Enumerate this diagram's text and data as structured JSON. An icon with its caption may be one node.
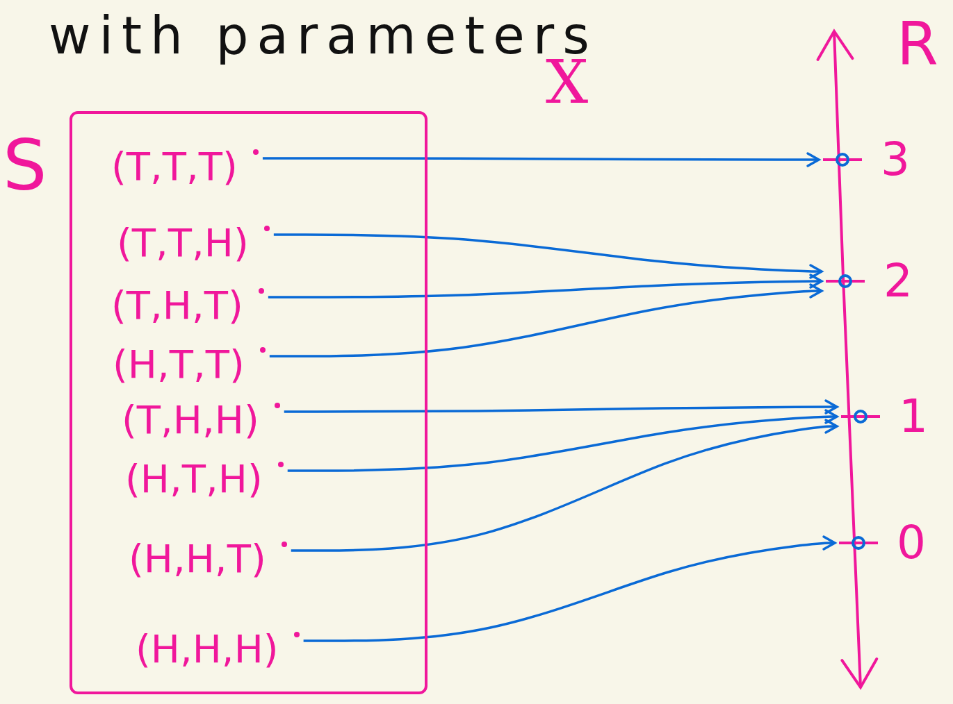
{
  "diagram": {
    "title": "with parameters",
    "nodes": [
      {
        "text": [
          "S"
        ]
      },
      {
        "text": [
          "(T,T,T)"
        ],
        "in": 0
      },
      {
        "text": [
          "(T,T,H)"
        ],
        "in": 0
      },
      {
        "text": [
          "(T,H,T)"
        ],
        "in": 0
      },
      {
        "text": [
          "(H,T,T)"
        ],
        "in": 0
      },
      {
        "text": [
          "(T,H,H)"
        ],
        "in": 0
      },
      {
        "text": [
          "(H,T,H)"
        ],
        "in": 0
      },
      {
        "text": [
          "(H,H,T)"
        ],
        "in": 0
      },
      {
        "text": [
          "(H,H,H)"
        ],
        "in": 0
      },
      {
        "text": [
          "3"
        ]
      },
      {
        "text": [
          "2"
        ]
      },
      {
        "text": [
          "1"
        ]
      },
      {
        "text": [
          "0"
        ]
      }
    ],
    "edges": [
      {
        "from": 1,
        "to": 9,
        "arrow": "to"
      },
      {
        "from": 2,
        "to": 10,
        "arrow": "to"
      },
      {
        "from": 3,
        "to": 10,
        "arrow": "to"
      },
      {
        "from": 4,
        "to": 10,
        "arrow": "to"
      },
      {
        "from": 5,
        "to": 11,
        "arrow": "to"
      },
      {
        "from": 6,
        "to": 11,
        "arrow": "to"
      },
      {
        "from": 7,
        "to": 11,
        "arrow": "to"
      },
      {
        "from": 8,
        "to": 12,
        "arrow": "to"
      }
    ],
    "labels": [
      "X",
      "R"
    ]
  }
}
